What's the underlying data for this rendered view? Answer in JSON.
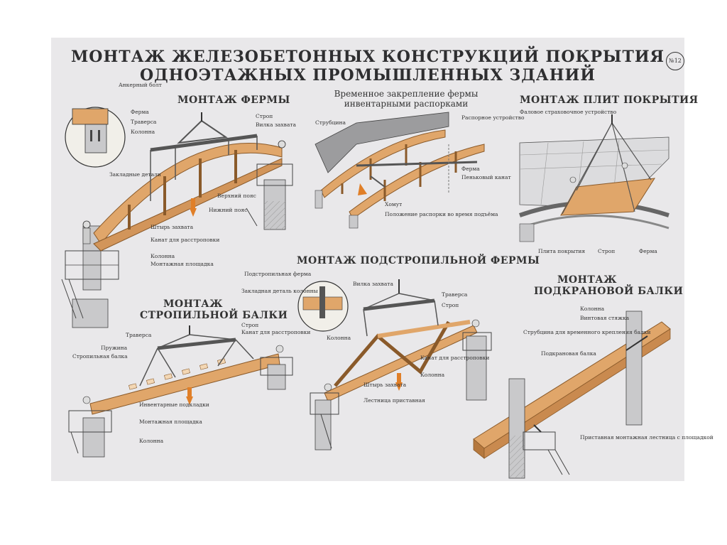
{
  "title": {
    "line1": "МОНТАЖ ЖЕЛЕЗОБЕТОННЫХ КОНСТРУКЦИЙ ПОКРЫТИЯ",
    "line2": "ОДНОЭТАЖНЫХ ПРОМЫШЛЕННЫХ ЗДАНИЙ",
    "badge": "№12"
  },
  "colors": {
    "wood": "#e0a66a",
    "wood_dark": "#b5783e",
    "concrete": "#c9c9cb",
    "steel": "#555555",
    "background": "#e9e8ea"
  },
  "sections": {
    "truss": {
      "heading": "МОНТАЖ ФЕРМЫ",
      "labels": [
        "Анкерный болт",
        "Ферма",
        "Траверса",
        "Колонна",
        "Закладные детали",
        "Строп",
        "Вилка захвата",
        "Верхний пояс",
        "Нижний пояс",
        "Штырь захвата",
        "Канат для расстроповки",
        "Колонна",
        "Монтажная площадка"
      ]
    },
    "temporary": {
      "heading_line1": "Временное закрепление фермы",
      "heading_line2": "инвентарными распорками",
      "labels": [
        "Струбцина",
        "Распорное устройство",
        "Ферма",
        "Пеньковый канат",
        "Хомут",
        "Положение распорки во время подъёма"
      ]
    },
    "slabs": {
      "heading": "МОНТАЖ ПЛИТ ПОКРЫТИЯ",
      "labels": [
        "Фаловое страховочное устройство",
        "Плита покрытия",
        "Строп",
        "Ферма"
      ]
    },
    "subtruss": {
      "heading": "МОНТАЖ ПОДСТРОПИЛЬНОЙ ФЕРМЫ",
      "labels": [
        "Подстропильная ферма",
        "Закладная деталь колонны",
        "Колонна",
        "Вилка захвата",
        "Траверса",
        "Строп",
        "Канат для расстроповки",
        "Колонна",
        "Штырь захвата",
        "Лестница приставная"
      ]
    },
    "beam": {
      "heading_line1": "МОНТАЖ",
      "heading_line2": "СТРОПИЛЬНОЙ БАЛКИ",
      "labels": [
        "Траверса",
        "Пружина",
        "Стропильная балка",
        "Строп",
        "Канат для расстроповки",
        "Инвентарные подкладки",
        "Монтажная площадка",
        "Колонна"
      ]
    },
    "crane_beam": {
      "heading_line1": "МОНТАЖ",
      "heading_line2": "ПОДКРАНОВОЙ БАЛКИ",
      "labels": [
        "Колонна",
        "Винтовая стяжка",
        "Струбцина для временного крепления балки",
        "Подкрановая балка",
        "Приставная монтажная лестница с площадкой"
      ]
    }
  }
}
